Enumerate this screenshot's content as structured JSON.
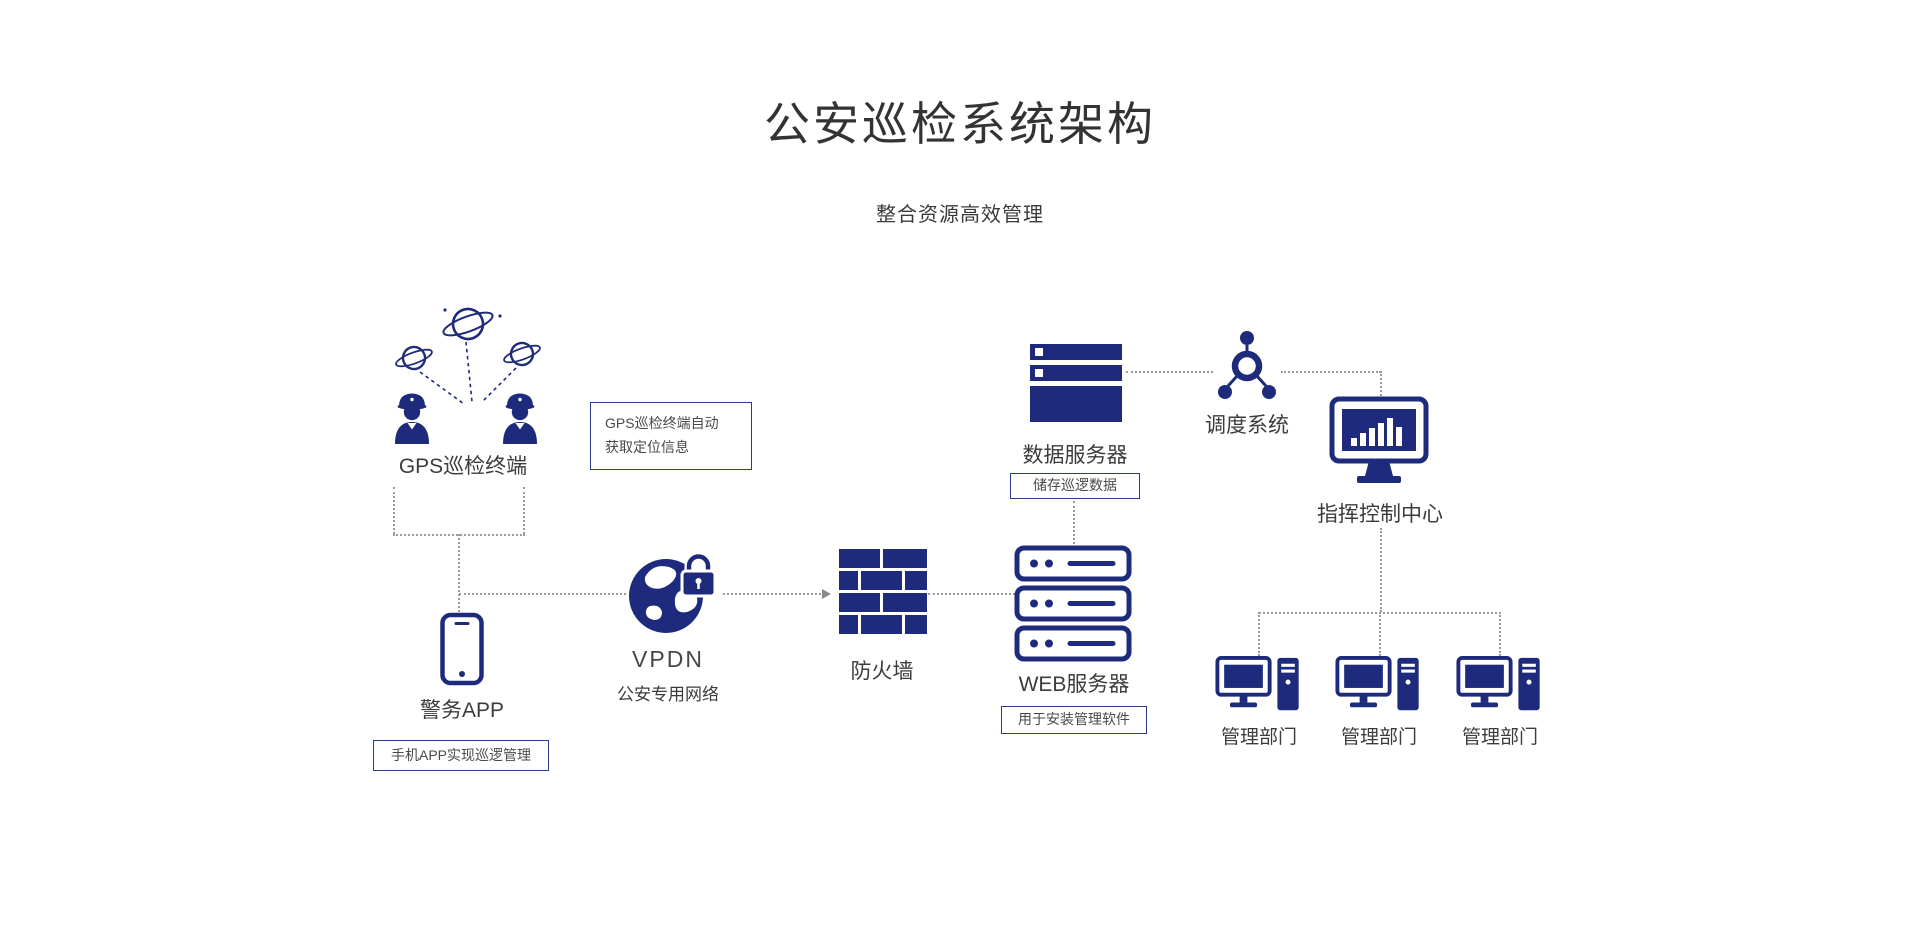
{
  "colors": {
    "icon": "#1e2b7c",
    "line": "#9b9b9b",
    "label": "#3c3c3c",
    "note_border": "#2a3a8c",
    "note_text": "#4a4a4a",
    "background": "#ffffff"
  },
  "header": {
    "title": "公安巡检系统架构",
    "subtitle": "整合资源高效管理"
  },
  "nodes": {
    "gps_terminal": {
      "label": "GPS巡检终端"
    },
    "gps_note": {
      "line1": "GPS巡检终端自动",
      "line2": "获取定位信息"
    },
    "police_app": {
      "label": "警务APP",
      "note": "手机APP实现巡逻管理"
    },
    "vpdn": {
      "label": "VPDN",
      "sublabel": "公安专用网络"
    },
    "firewall": {
      "label": "防火墙"
    },
    "web_server": {
      "label": "WEB服务器",
      "note": "用于安装管理软件"
    },
    "data_server": {
      "label": "数据服务器",
      "note": "储存巡逻数据"
    },
    "dispatch": {
      "label": "调度系统"
    },
    "command_center": {
      "label": "指挥控制中心"
    },
    "departments": [
      {
        "label": "管理部门"
      },
      {
        "label": "管理部门"
      },
      {
        "label": "管理部门"
      }
    ]
  }
}
